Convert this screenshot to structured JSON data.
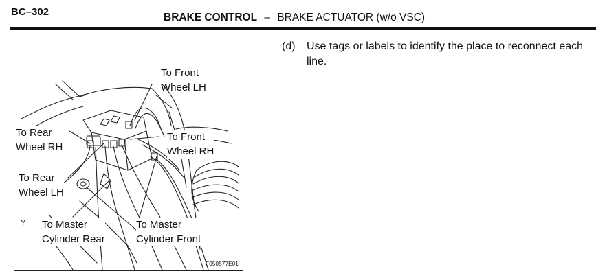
{
  "header": {
    "page_id": "BC–302",
    "title_main": "BRAKE CONTROL",
    "title_sep": "–",
    "title_sub": "BRAKE ACTUATOR (w/o VSC)"
  },
  "figure": {
    "labels": {
      "front_wheel_lh": [
        "To Front",
        "Wheel LH"
      ],
      "rear_wheel_rh": [
        "To Rear",
        "Wheel RH"
      ],
      "front_wheel_rh": [
        "To Front",
        "Wheel RH"
      ],
      "rear_wheel_lh": [
        "To Rear",
        "Wheel LH"
      ],
      "master_cyl_rear": [
        "To Master",
        "Cylinder Rear"
      ],
      "master_cyl_front": [
        "To Master",
        "Cylinder Front"
      ]
    },
    "marker": "Y",
    "code": "F050577E01"
  },
  "step": {
    "number": "(d)",
    "text": "Use tags or labels to identify the place to reconnect each line."
  }
}
